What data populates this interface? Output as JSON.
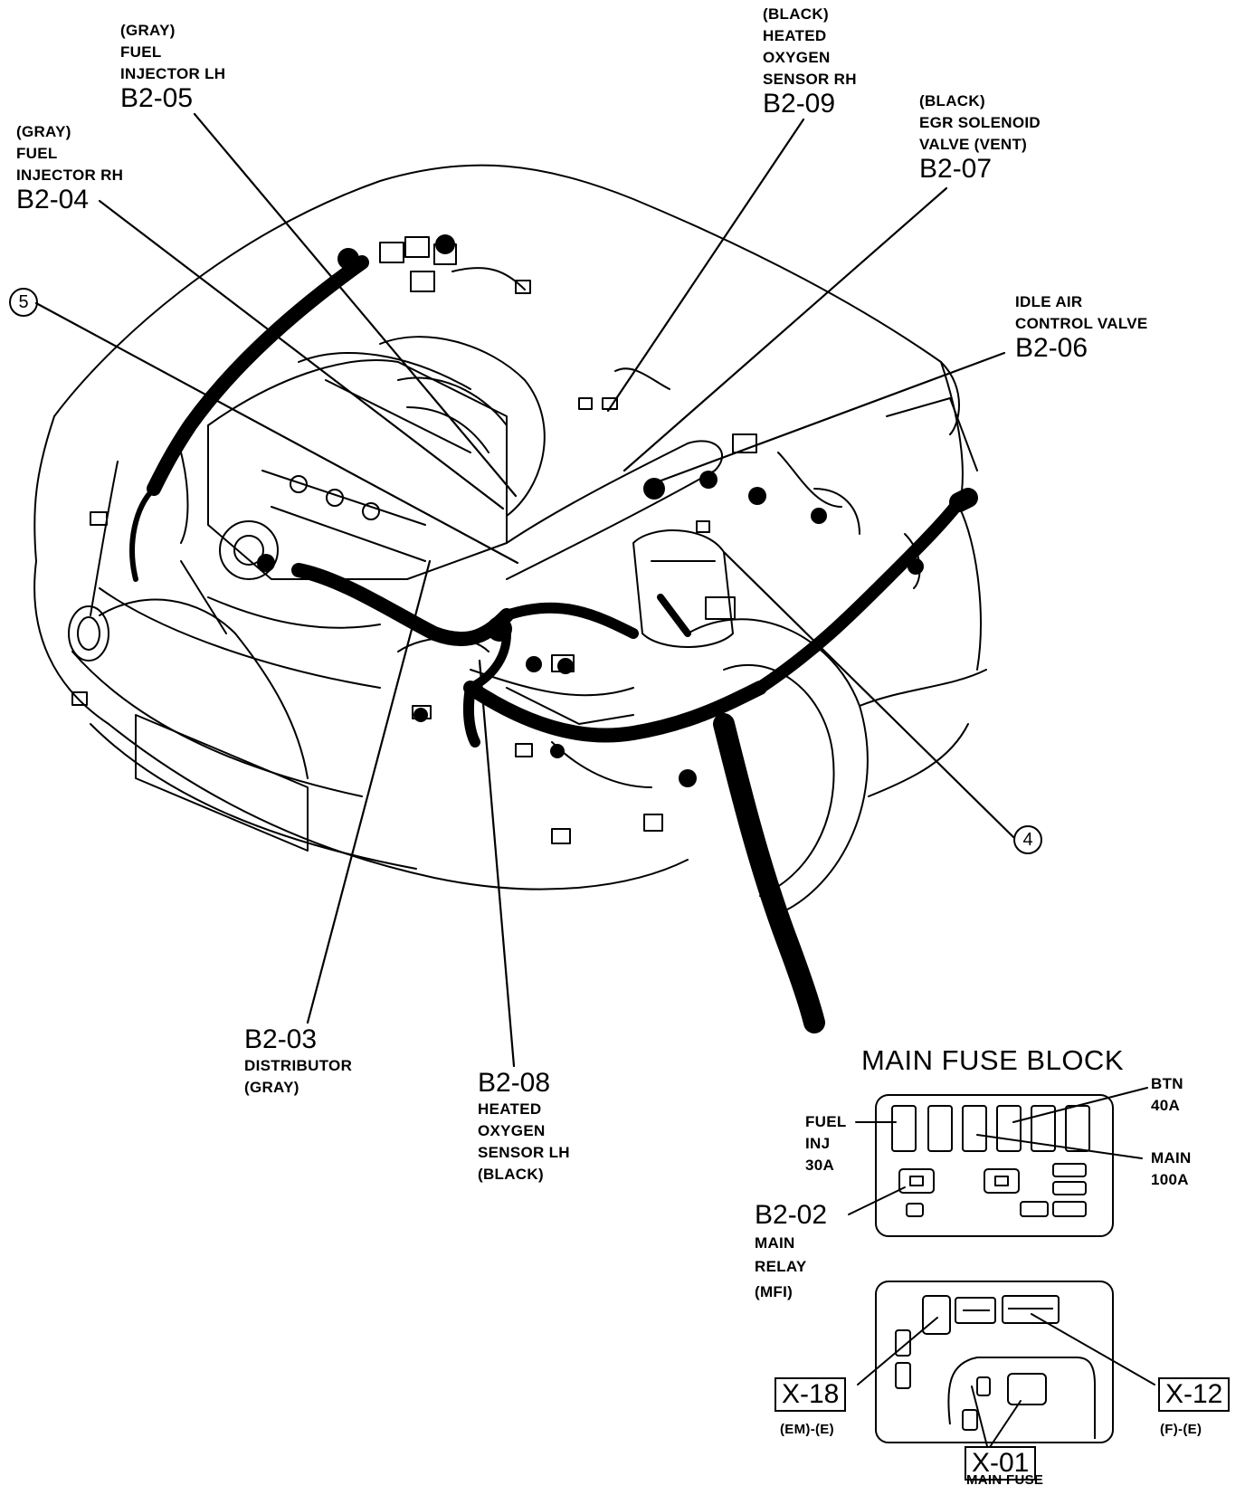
{
  "colors": {
    "ink": "#000000",
    "paper": "#ffffff"
  },
  "callouts": {
    "b2_05": {
      "color": "(GRAY)",
      "line1": "FUEL",
      "line2": "INJECTOR LH",
      "code": "B2-05"
    },
    "b2_04": {
      "color": "(GRAY)",
      "line1": "FUEL",
      "line2": "INJECTOR RH",
      "code": "B2-04"
    },
    "b2_09": {
      "color": "(BLACK)",
      "line1": "HEATED",
      "line2": "OXYGEN",
      "line3": "SENSOR RH",
      "code": "B2-09"
    },
    "b2_07": {
      "color": "(BLACK)",
      "line1": "EGR SOLENOID",
      "line2": "VALVE (VENT)",
      "code": "B2-07"
    },
    "b2_06": {
      "line1": "IDLE AIR",
      "line2": "CONTROL VALVE",
      "code": "B2-06"
    },
    "b2_03": {
      "code": "B2-03",
      "line1": "DISTRIBUTOR",
      "color": "(GRAY)"
    },
    "b2_08": {
      "code": "B2-08",
      "line1": "HEATED",
      "line2": "OXYGEN",
      "line3": "SENSOR LH",
      "color": "(BLACK)"
    },
    "ref5": {
      "symbol": "5"
    },
    "ref4": {
      "symbol": "4"
    }
  },
  "fuse_block": {
    "title": "MAIN FUSE BLOCK",
    "fuel_inj": {
      "line1": "FUEL",
      "line2": "INJ",
      "line3": "30A"
    },
    "btn": {
      "line1": "BTN",
      "line2": "40A"
    },
    "main": {
      "line1": "MAIN",
      "line2": "100A"
    },
    "b2_02": {
      "code": "B2-02",
      "line1": "MAIN",
      "line2": "RELAY",
      "line3": "(MFI)"
    },
    "x18": {
      "code": "X-18",
      "sub": "(EM)-(E)"
    },
    "x12": {
      "code": "X-12",
      "sub": "(F)-(E)"
    },
    "x01": {
      "code": "X-01",
      "sub": "MAIN FUSE"
    }
  }
}
